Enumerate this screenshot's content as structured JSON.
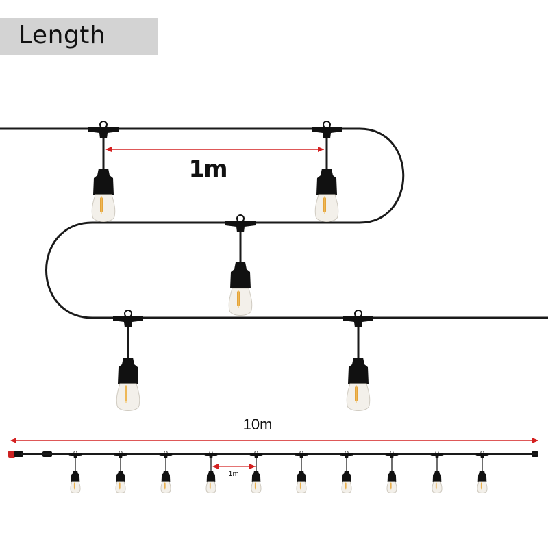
{
  "title": "Length",
  "top_spacing_label": "1m",
  "total_length_label": "10m",
  "bottom_spacing_label": "1m",
  "colors": {
    "cable": "#1a1a1a",
    "socket": "#111111",
    "bulb_glass": "#f3f0ea",
    "filament": "#e4a33a",
    "dimension": "#d42020",
    "banner": "#d3d3d3",
    "plug": "#cc2222"
  },
  "bottom_bulb_count": 10
}
